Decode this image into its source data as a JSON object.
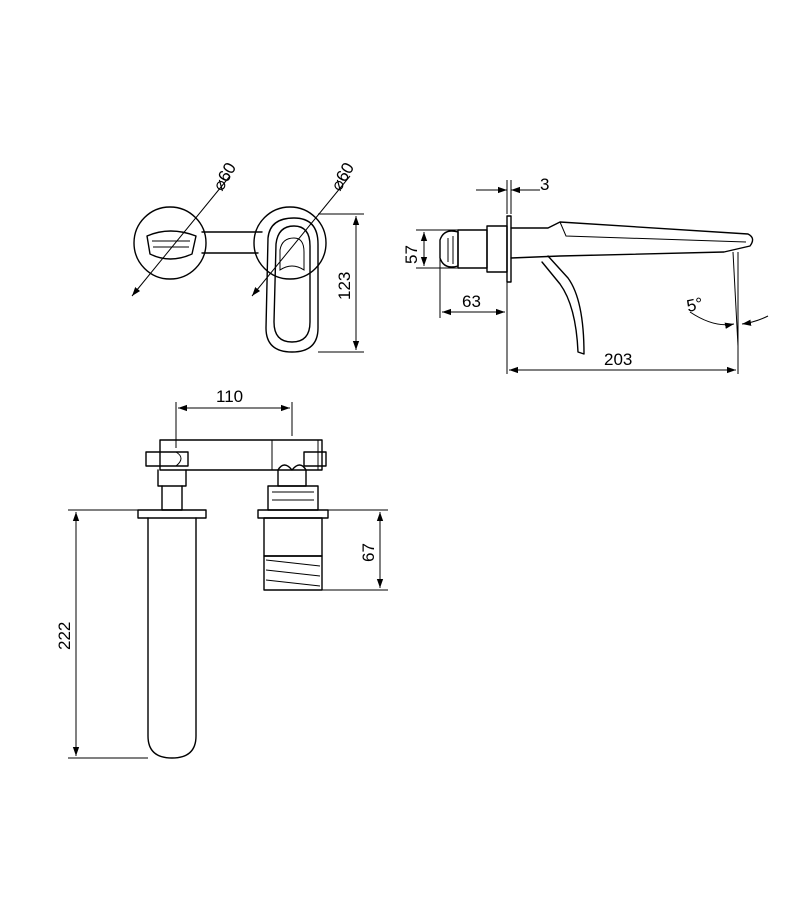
{
  "drawing": {
    "front_view": {
      "dia_left": "⌀60",
      "dia_right": "⌀60",
      "height": "123"
    },
    "side_view": {
      "thickness": "3",
      "body_height": "57",
      "depth": "63",
      "spout_length": "203",
      "angle": "5°"
    },
    "top_view": {
      "centers": "110",
      "spout_drop": "222",
      "valve_depth": "67"
    }
  }
}
